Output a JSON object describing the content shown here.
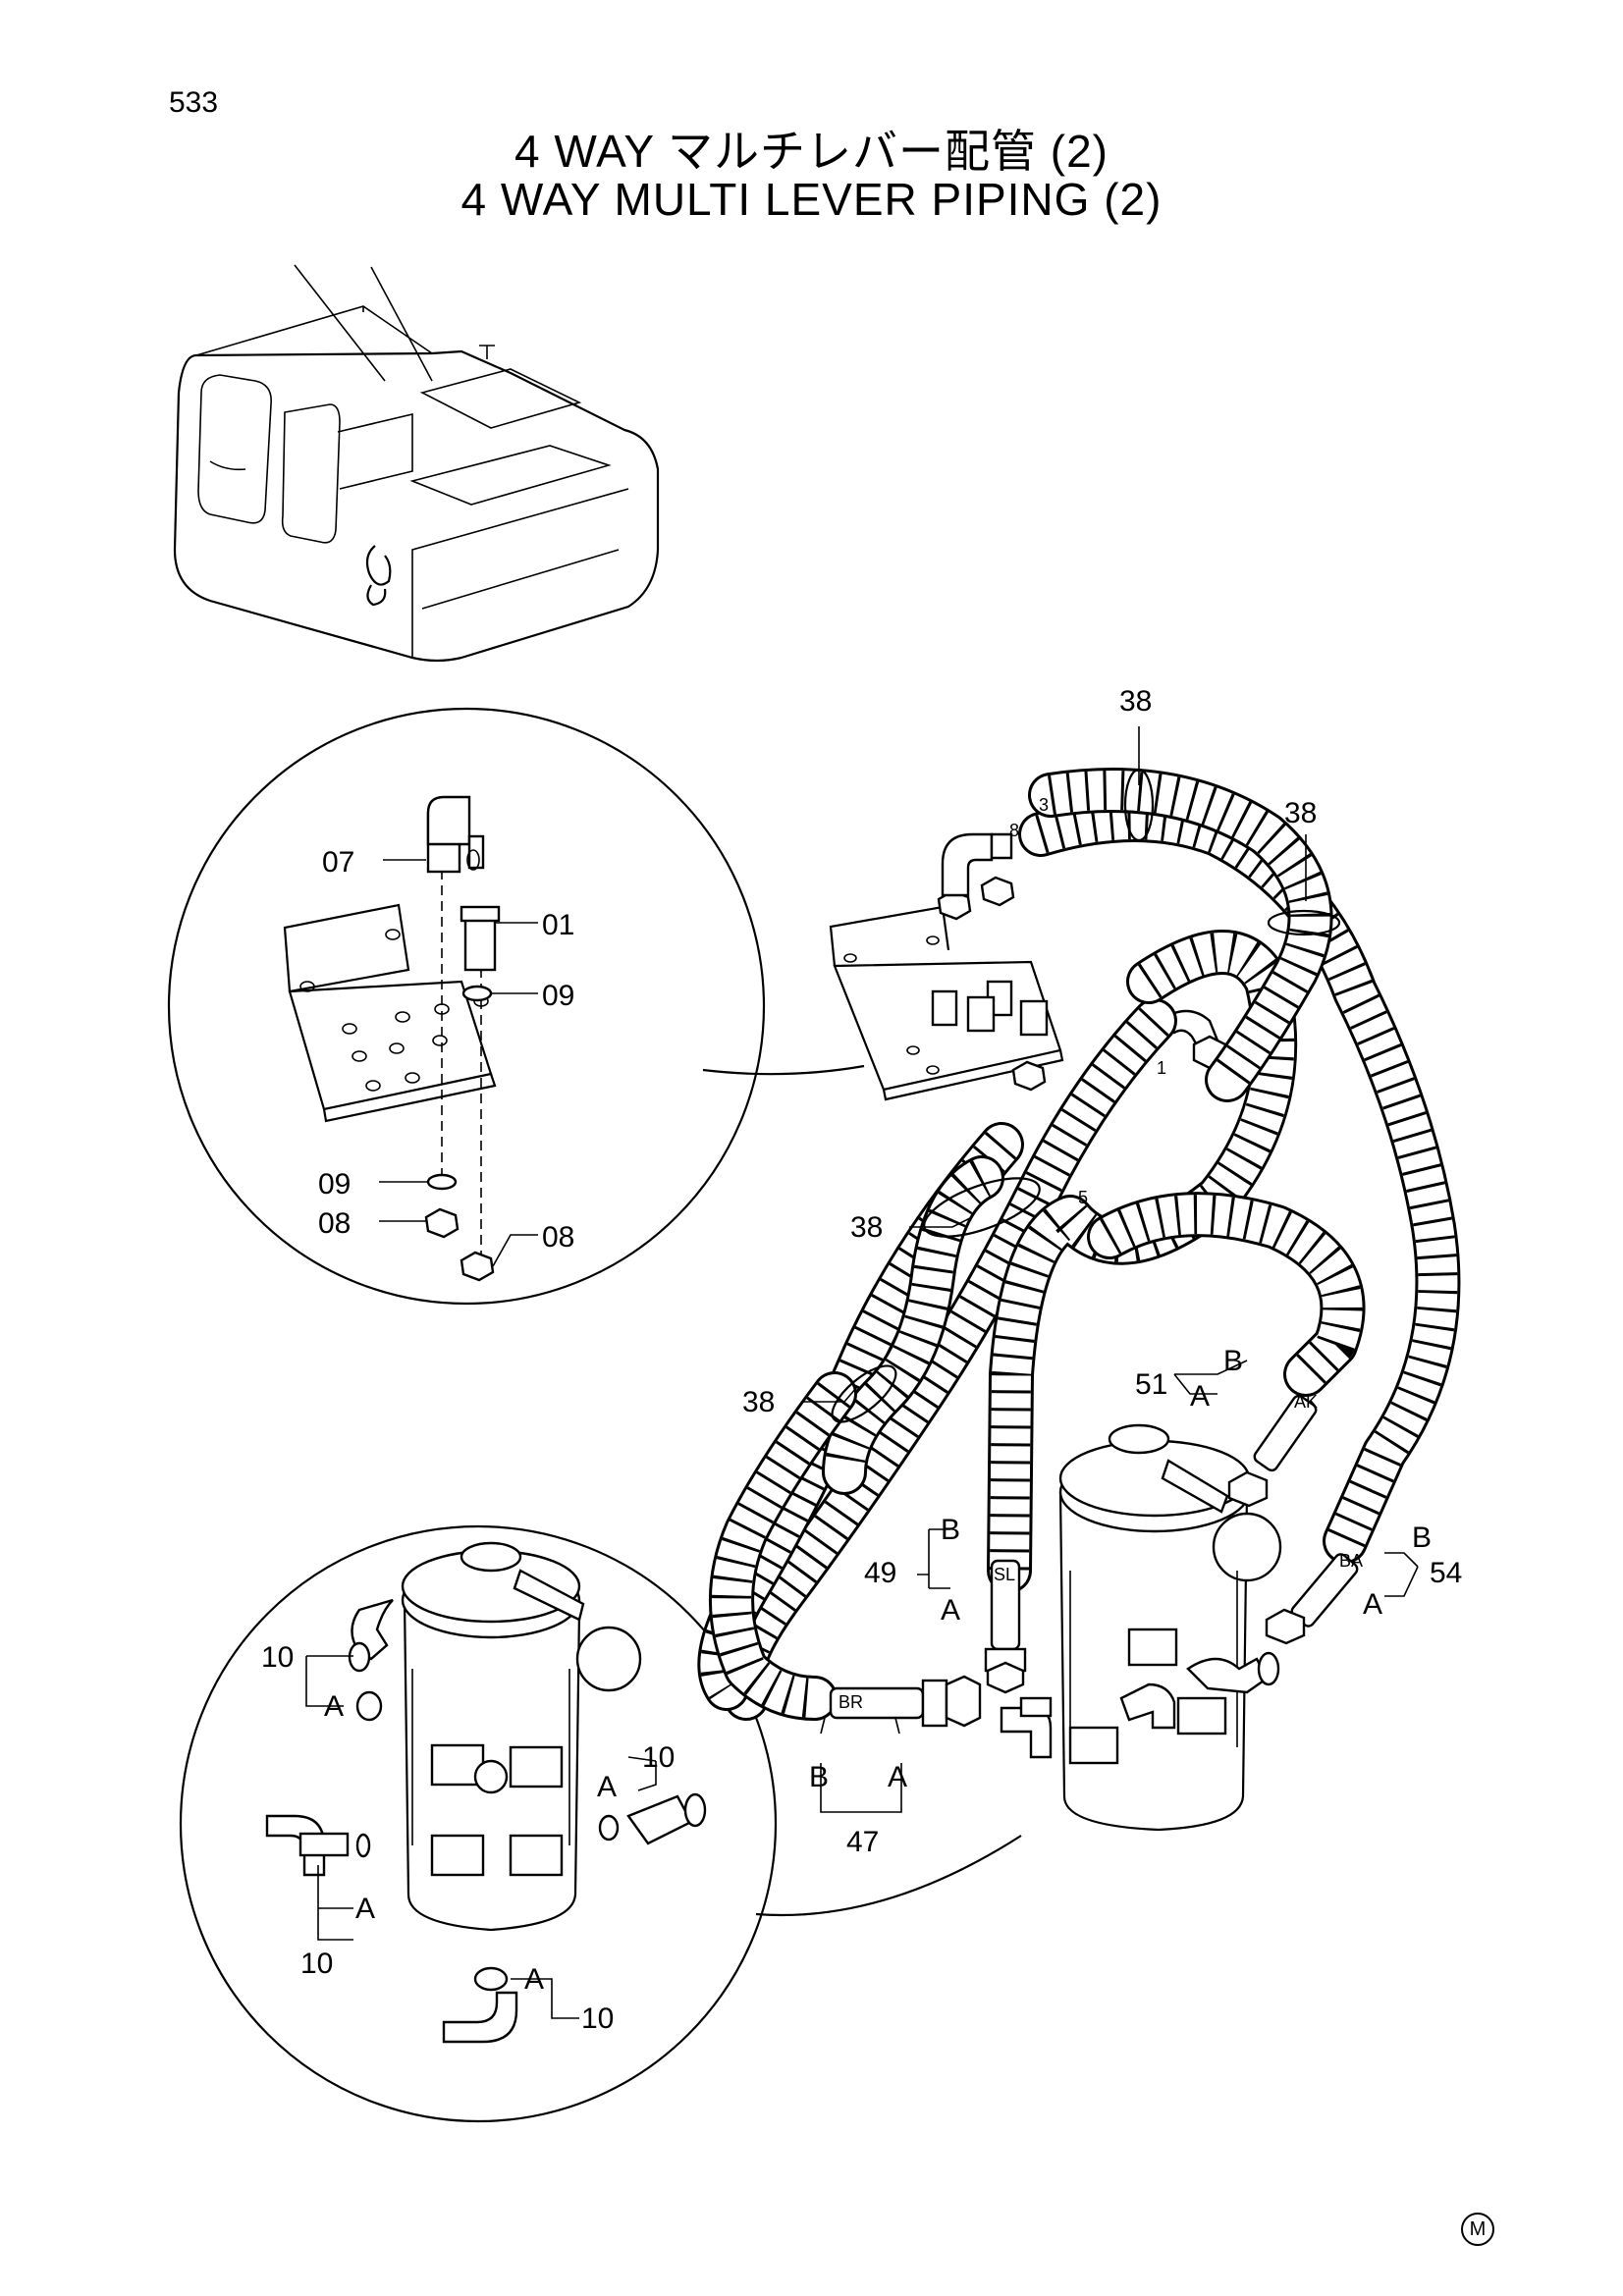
{
  "page": {
    "number": "533"
  },
  "title": {
    "japanese": "4 WAY マルチレバー配管 (2)",
    "english": "4 WAY MULTI LEVER PIPING (2)"
  },
  "part_refs": {
    "p38": "38",
    "p01": "01",
    "p07": "07",
    "p08": "08",
    "p09": "09",
    "p10": "10",
    "p47": "47",
    "p49": "49",
    "p51": "51",
    "p54": "54",
    "p1": "1",
    "p3": "3",
    "p5": "5",
    "p8": "8"
  },
  "port_labels": {
    "A": "A",
    "B": "B",
    "AK": "AK",
    "BA": "BA",
    "SL": "SL",
    "BR": "BR"
  },
  "mark": "M"
}
